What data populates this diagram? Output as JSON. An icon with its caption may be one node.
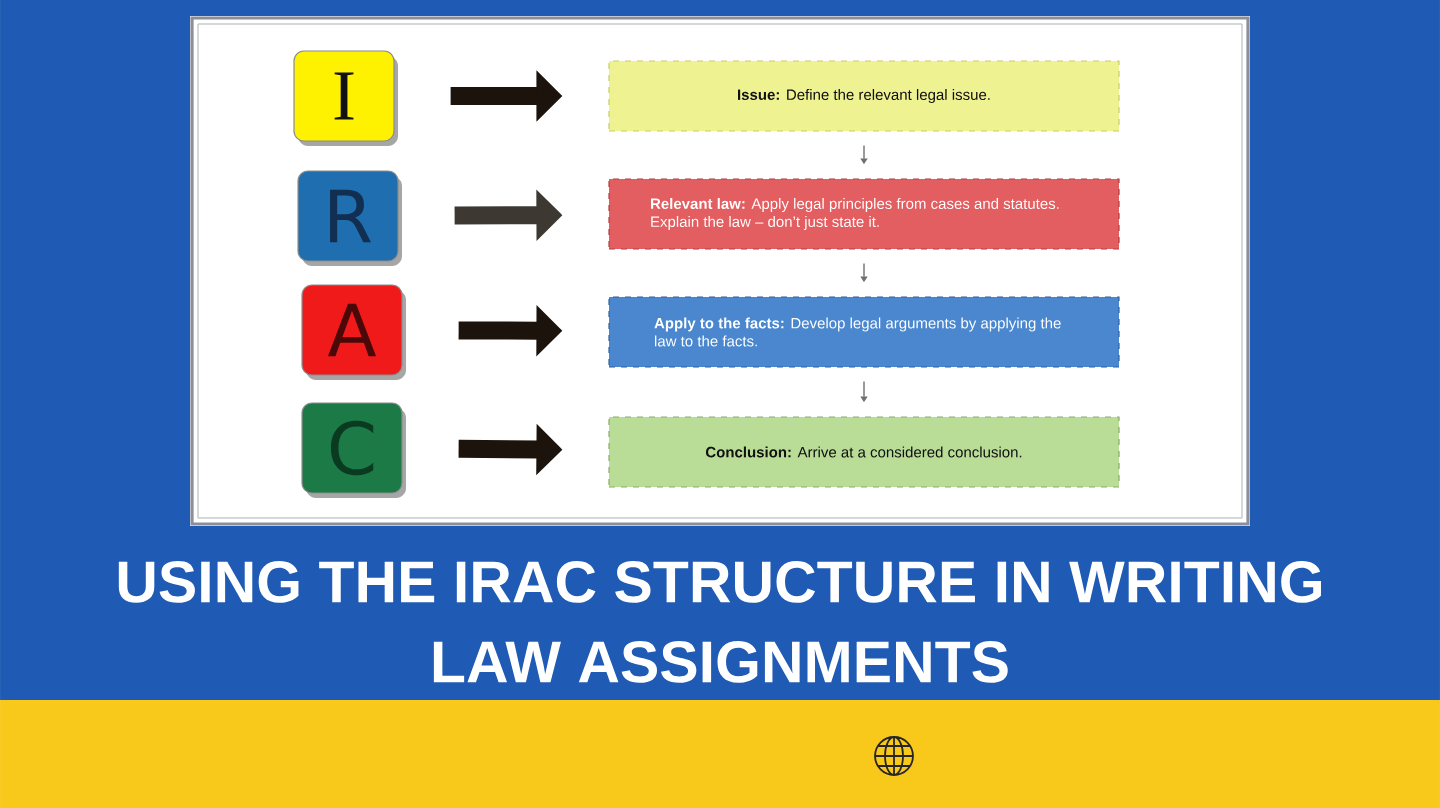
{
  "diagram": {
    "title": "USING THE IRAC STRUCTURE IN WRITING LAW ASSIGNMENTS",
    "nodes": [
      {
        "text": [
          "I"
        ]
      },
      {
        "text": [
          "R"
        ]
      },
      {
        "text": [
          "A"
        ]
      },
      {
        "text": [
          "C"
        ]
      },
      {
        "text": [
          "**Issue:** Define the relevant legal issue."
        ]
      },
      {
        "text": [
          "**Relevant law:** Apply legal principles from cases and statutes. Explain the law – don’t just state it."
        ]
      },
      {
        "text": [
          "**Apply to the facts:** Develop legal arguments by applying the law to the facts."
        ]
      },
      {
        "text": [
          "**Conclusion:** Arrive at a considered conclusion."
        ]
      }
    ],
    "edges": [
      {
        "from": 0,
        "to": 4,
        "arrow": "to"
      },
      {
        "from": 1,
        "to": 5,
        "arrow": "to",
        "color": "#3e3832"
      },
      {
        "from": 2,
        "to": 6,
        "arrow": "to"
      },
      {
        "from": 3,
        "to": 7,
        "arrow": "to"
      },
      {
        "from": 4,
        "to": 5,
        "arrow": "to",
        "color": "#707070"
      },
      {
        "from": 5,
        "to": 6,
        "arrow": "to",
        "color": "#707070"
      },
      {
        "from": 6,
        "to": 7,
        "arrow": "to",
        "color": "#707070"
      }
    ]
  }
}
